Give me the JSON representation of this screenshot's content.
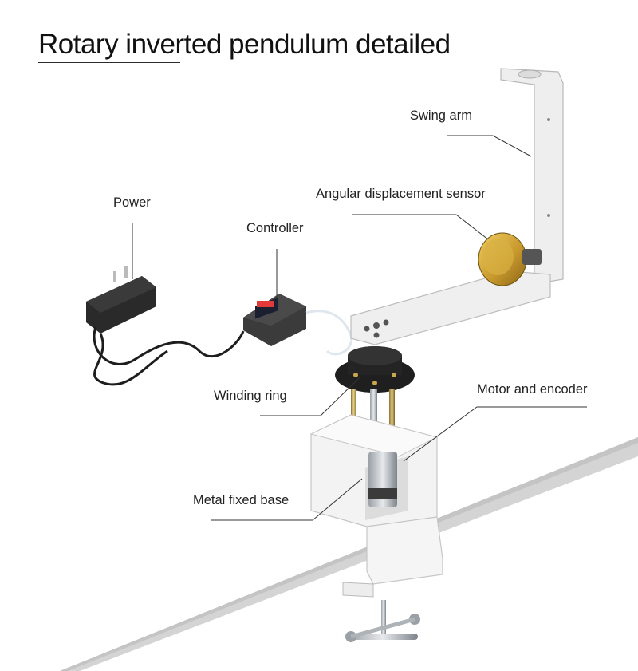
{
  "title": "Rotary inverted pendulum detailed",
  "labels": {
    "swing_arm": "Swing arm",
    "angular_sensor": "Angular displacement sensor",
    "power": "Power",
    "controller": "Controller",
    "winding_ring": "Winding ring",
    "motor_encoder": "Motor and encoder",
    "metal_base": "Metal fixed base"
  }
}
